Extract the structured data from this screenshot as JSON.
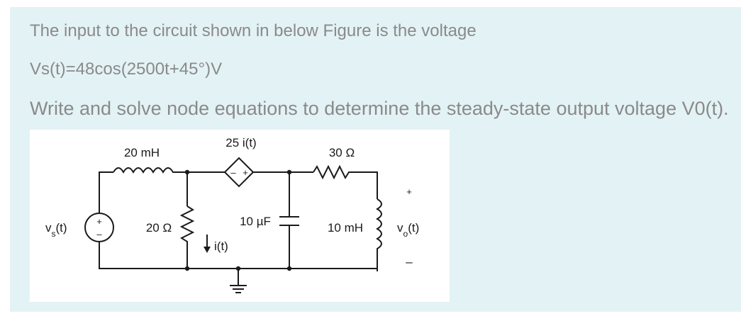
{
  "problem": {
    "line1": "The input to the circuit shown in below Figure is the voltage",
    "line2": "Vs(t)=48cos(2500t+45°)V",
    "line3": "Write and solve node equations to determine the steady-state output voltage V0(t)."
  },
  "circuit": {
    "inductor1_label": "20 mH",
    "dependent_source_label": "25 i(t)",
    "resistor30_label": "30 Ω",
    "source_label": "v",
    "source_subscript": "s",
    "source_arg": "(t)",
    "resistor20_label": "20 Ω",
    "current_label": "i(t)",
    "capacitor_label": "10 µF",
    "inductor2_label": "10 mH",
    "output_label": "v",
    "output_subscript": "o",
    "output_arg": "(t)",
    "plus_sign": "+",
    "minus_sign": "–",
    "dep_minus": "–",
    "dep_plus": "+"
  }
}
